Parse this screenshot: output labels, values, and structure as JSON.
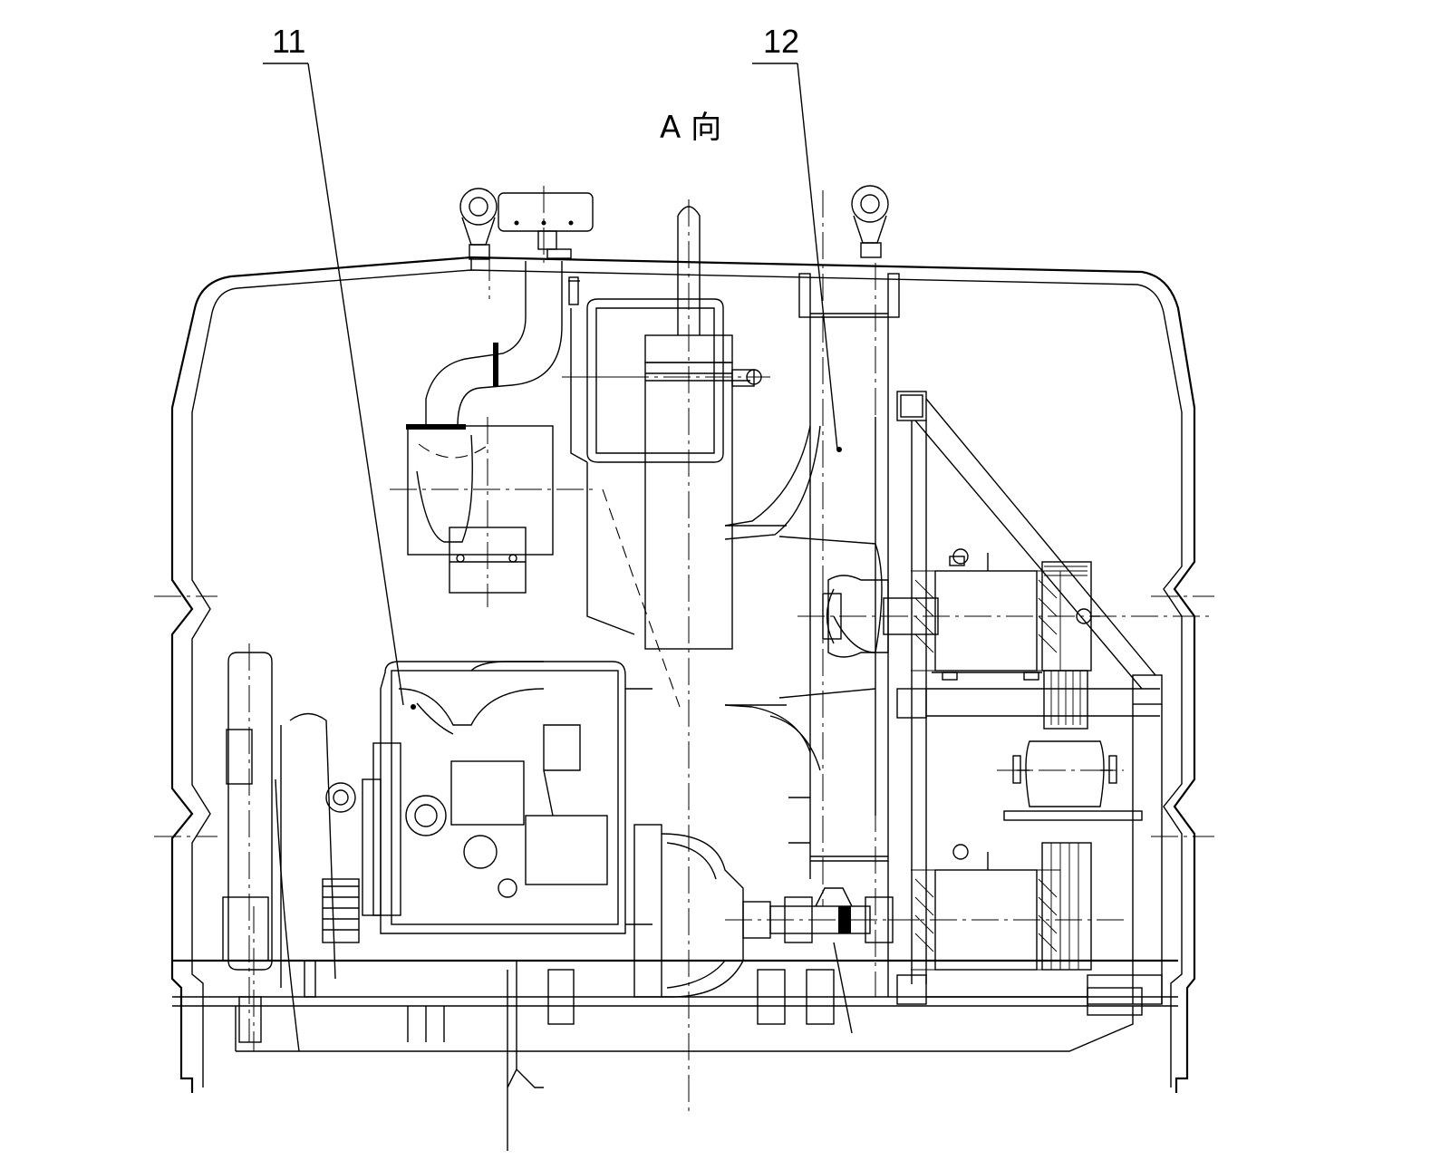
{
  "labels": {
    "part_11": "11",
    "part_12": "12",
    "view_a": "A 向"
  },
  "colors": {
    "line": "#000000",
    "background": "#ffffff"
  }
}
